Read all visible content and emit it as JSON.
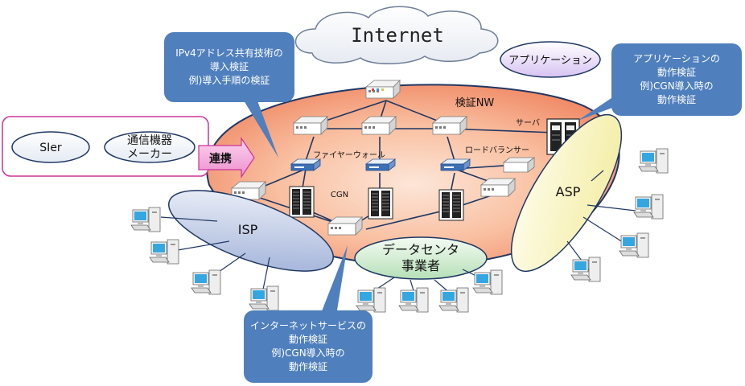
{
  "internet": {
    "label": "Internet"
  },
  "network": {
    "label": "検証NW"
  },
  "application_pill": {
    "label": "アプリケーション"
  },
  "callouts": {
    "ipv4": [
      "IPv4アドレス共有技術の",
      "導入検証",
      "例)導入手順の検証"
    ],
    "app": [
      "アプリケーションの",
      "動作検証",
      "例)CGN導入時の",
      "動作検証"
    ],
    "isp_service": [
      "インターネットサービスの",
      "動作検証",
      "例)CGN導入時の",
      "動作検証"
    ]
  },
  "partners": {
    "sier": "SIer",
    "maker_line1": "通信機器",
    "maker_line2": "メーカー",
    "arrow": "連携"
  },
  "devices": {
    "firewall": "ファイヤーウォール",
    "load_balancer": "ロードバランサー",
    "server": "サーバ",
    "cgn": "CGN"
  },
  "ellipses": {
    "isp": "ISP",
    "asp": "ASP",
    "dc_line1": "データセンタ",
    "dc_line2": "事業者"
  },
  "colors": {
    "callout_blue": "#4f7fbd",
    "network_orange": "#f6a782",
    "partner_magenta": "#cc3399",
    "arrow_pink": "#f3a0d8"
  }
}
